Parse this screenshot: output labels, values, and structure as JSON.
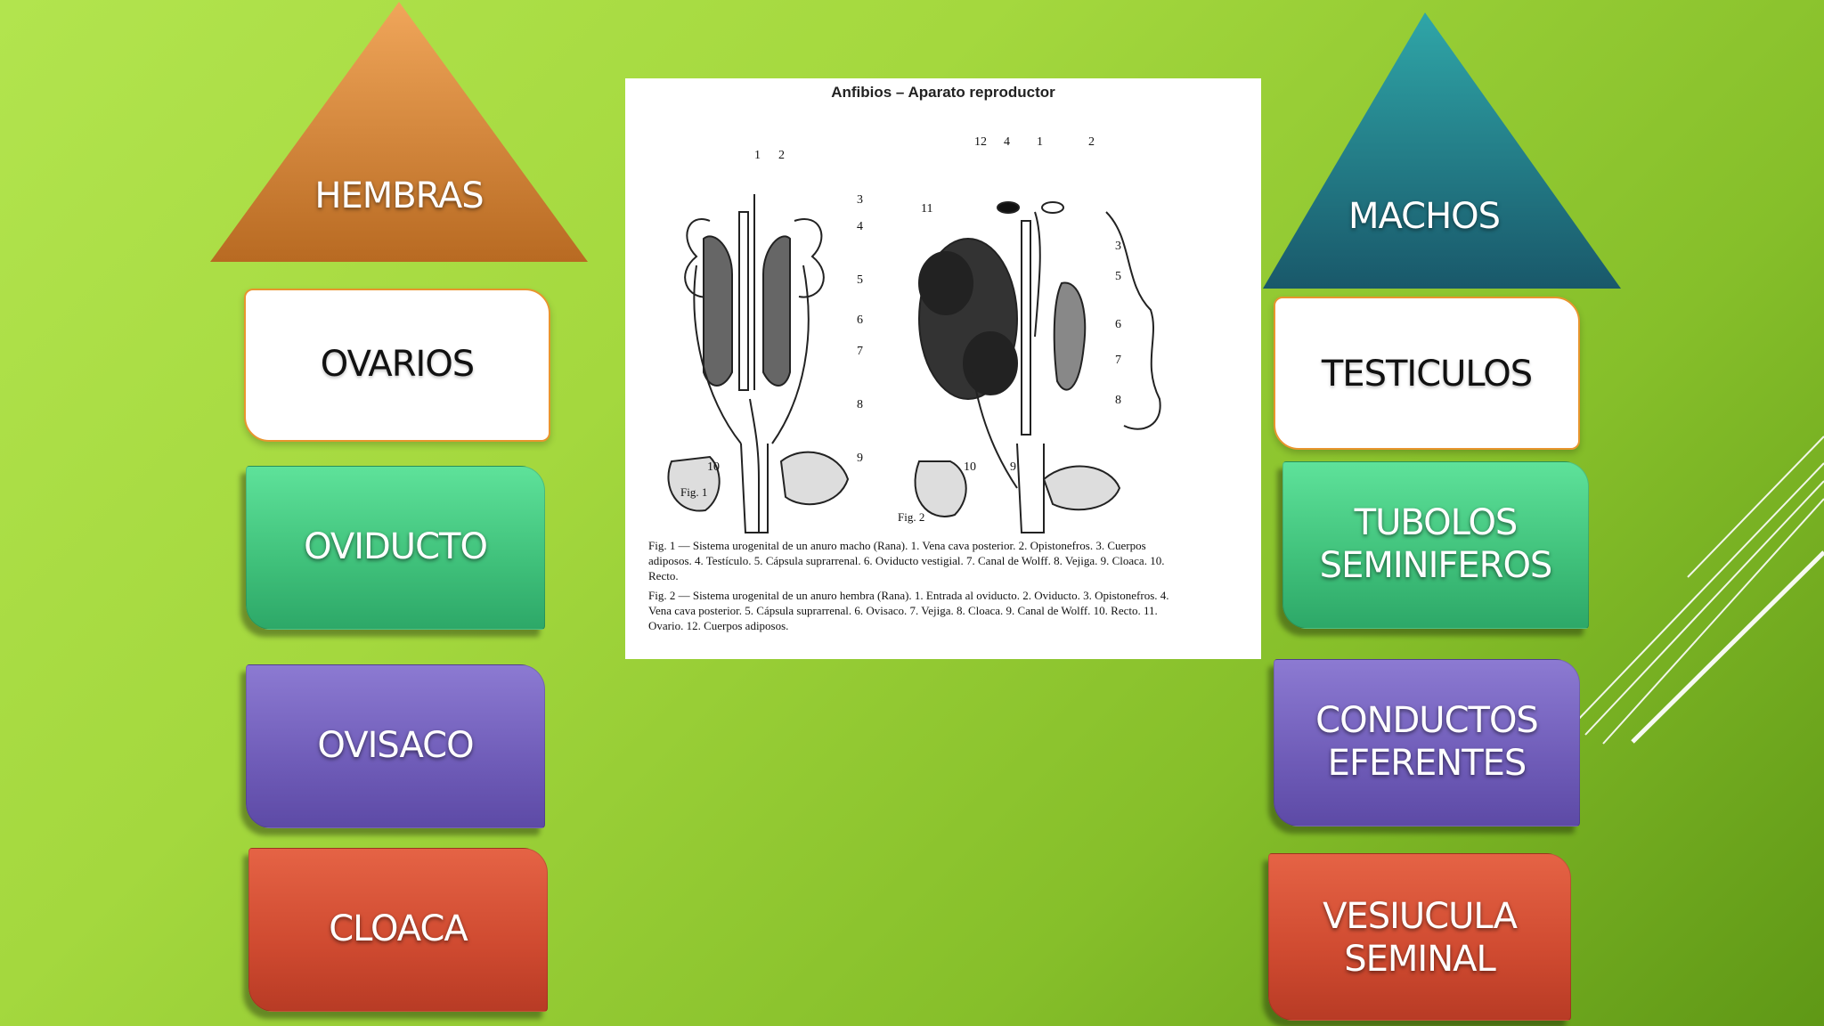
{
  "left": {
    "triangle_label": "HEMBRAS",
    "items": [
      "OVARIOS",
      "OVIDUCTO",
      "OVISACO",
      "CLOACA"
    ]
  },
  "right": {
    "triangle_label": "MACHOS",
    "items": [
      "TESTICULOS",
      "TUBOLOS SEMINIFEROS",
      "CONDUCTOS EFERENTES",
      "VESIUCULA SEMINAL"
    ]
  },
  "figure": {
    "title": "Anfibios – Aparato reproductor",
    "fig1_label": "Fig. 1",
    "fig2_label": "Fig. 2",
    "caption1": "Fig. 1 — Sistema urogenital de un anuro macho (Rana). 1. Vena cava posterior. 2. Opistonefros. 3. Cuerpos adiposos. 4. Testículo. 5. Cápsula suprarrenal. 6. Oviducto vestigial. 7. Canal de Wolff. 8. Vejiga. 9. Cloaca. 10. Recto.",
    "caption2": "Fig. 2 — Sistema urogenital de un anuro hembra (Rana). 1. Entrada al oviducto. 2. Oviducto. 3. Opistonefros. 4. Vena cava posterior. 5. Cápsula suprarrenal. 6. Ovisaco. 7. Vejiga. 8. Cloaca. 9. Canal de Wolff. 10. Recto. 11. Ovario. 12. Cuerpos adiposos.",
    "fig1_numbers": [
      "1",
      "2",
      "3",
      "4",
      "5",
      "6",
      "7",
      "8",
      "9",
      "10"
    ],
    "fig2_numbers": [
      "12",
      "4",
      "1",
      "2",
      "11",
      "3",
      "5",
      "6",
      "7",
      "8",
      "10",
      "9"
    ]
  },
  "colors": {
    "background": "#a4d83e",
    "hembras_triangle": "#c8772e",
    "machos_triangle": "#1e7a86",
    "green_box": "#3fc07a",
    "purple_box": "#6f5cb8",
    "red_box": "#cf4a30",
    "white_box_border": "#e8952e"
  }
}
